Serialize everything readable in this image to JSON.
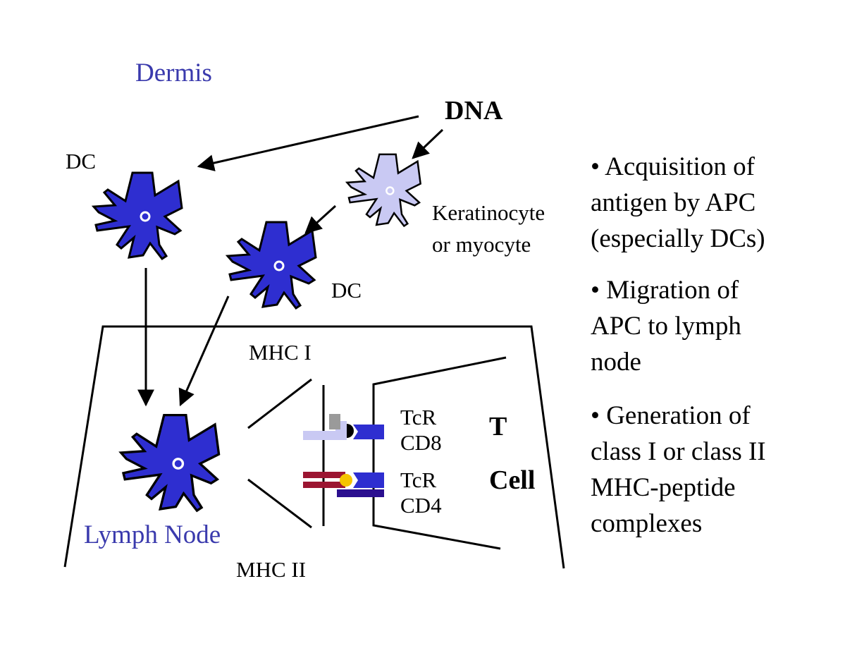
{
  "labels": {
    "dermis": "Dermis",
    "dna": "DNA",
    "dc_top": "DC",
    "dc_mid": "DC",
    "keratinocyte_line1": "Keratinocyte",
    "keratinocyte_line2": "or myocyte",
    "mhc1": "MHC I",
    "mhc2": "MHC II",
    "tcr_top": "TcR",
    "cd8": "CD8",
    "tcr_bottom": "TcR",
    "cd4": "CD4",
    "t_letter": "T",
    "cell_word": "Cell",
    "lymph_node": "Lymph Node"
  },
  "bullets": [
    {
      "lines": [
        "• Acquisition of",
        "antigen by APC",
        "(especially DCs)"
      ]
    },
    {
      "lines": [
        "• Migration of",
        "APC to lymph",
        "node"
      ]
    },
    {
      "lines": [
        "• Generation of",
        "class I or class II",
        "MHC-peptide",
        "complexes"
      ]
    }
  ],
  "colors": {
    "dc_fill": "#2e2ed0",
    "keratinocyte_fill": "#c9c9f3",
    "label_blue": "#3a3aad",
    "mhc1_light": "#c9c9f3",
    "mhc1_grey": "#9a9a9a",
    "mhc2_red": "#9b1531",
    "peptide_yellow": "#f5c400",
    "cd4_purple": "#2b0f8f",
    "tcr_blue": "#2e2ed0"
  },
  "icons": {
    "dc": "dendritic-cell-icon",
    "keratinocyte": "keratinocyte-cell-icon"
  }
}
